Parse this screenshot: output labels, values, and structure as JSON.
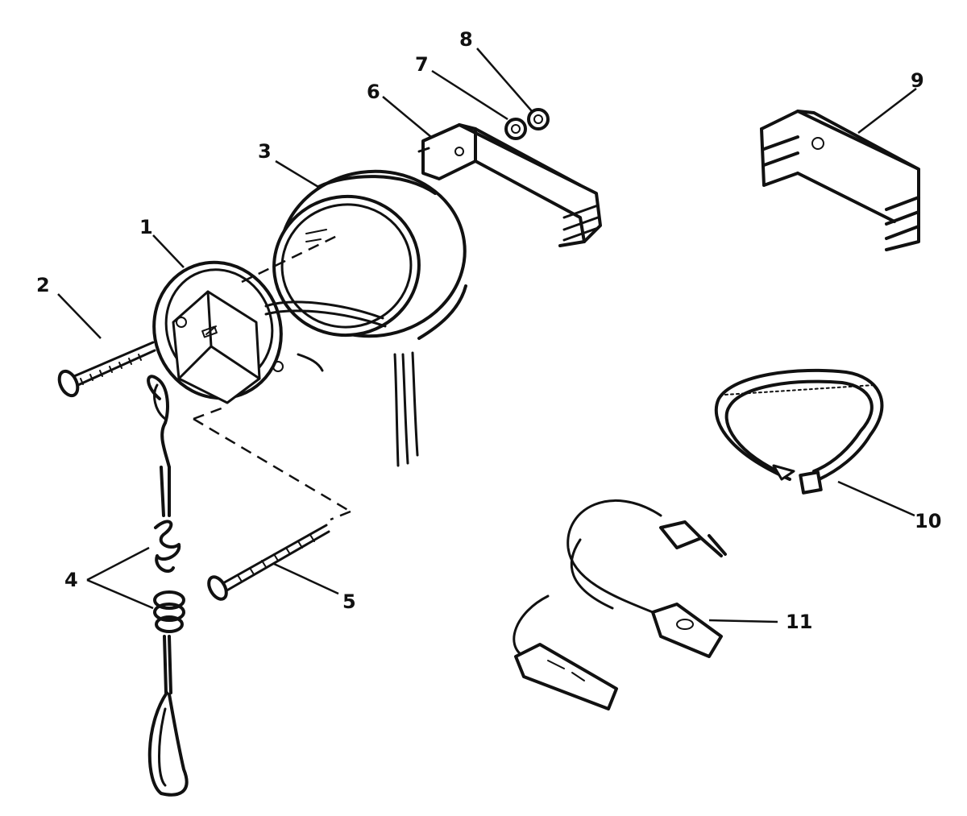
{
  "callouts": {
    "c1": "1",
    "c2": "2",
    "c3": "3",
    "c4": "4",
    "c5": "5",
    "c6": "6",
    "c7": "7",
    "c8": "8",
    "c9": "9",
    "c10": "10",
    "c11": "11"
  },
  "colors": {
    "ink": "#111111",
    "background": "#ffffff"
  }
}
